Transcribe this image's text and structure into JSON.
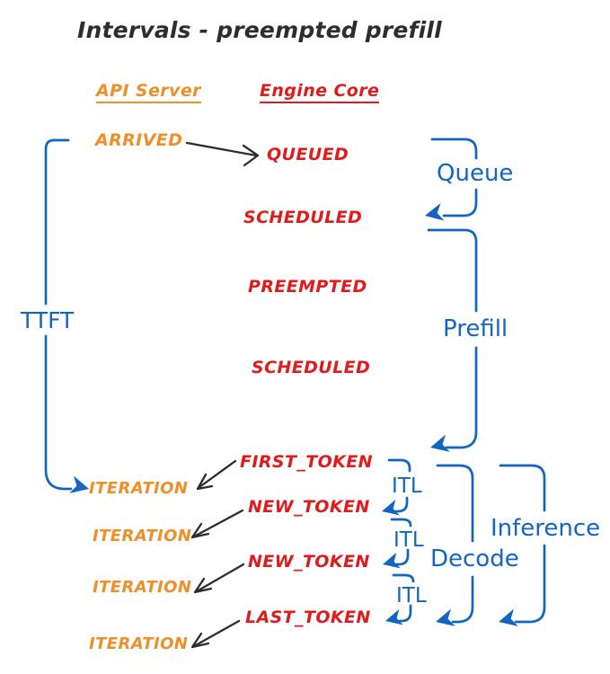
{
  "title": "Intervals - preempted prefill",
  "colors": {
    "background": "#FFFFFF",
    "orange": "#EE8F28",
    "red": "#E01B1B",
    "blue": "#1266C2",
    "ink": "#2D2D2D"
  },
  "columns": {
    "api_server": "API Server",
    "engine_core": "Engine Core"
  },
  "api_server_events": [
    {
      "label": "ARRIVED"
    },
    {
      "label": "ITERATION"
    },
    {
      "label": "ITERATION"
    },
    {
      "label": "ITERATION"
    },
    {
      "label": "ITERATION"
    }
  ],
  "engine_core_events": [
    {
      "label": "QUEUED"
    },
    {
      "label": "SCHEDULED"
    },
    {
      "label": "PREEMPTED"
    },
    {
      "label": "SCHEDULED"
    },
    {
      "label": "FIRST_TOKEN"
    },
    {
      "label": "NEW_TOKEN"
    },
    {
      "label": "NEW_TOKEN"
    },
    {
      "label": "LAST_TOKEN"
    }
  ],
  "intervals": {
    "ttft": "TTFT",
    "queue": "Queue",
    "prefill": "Prefill",
    "decode": "Decode",
    "inference": "Inference",
    "itl": [
      "ITL",
      "ITL",
      "ITL"
    ]
  }
}
